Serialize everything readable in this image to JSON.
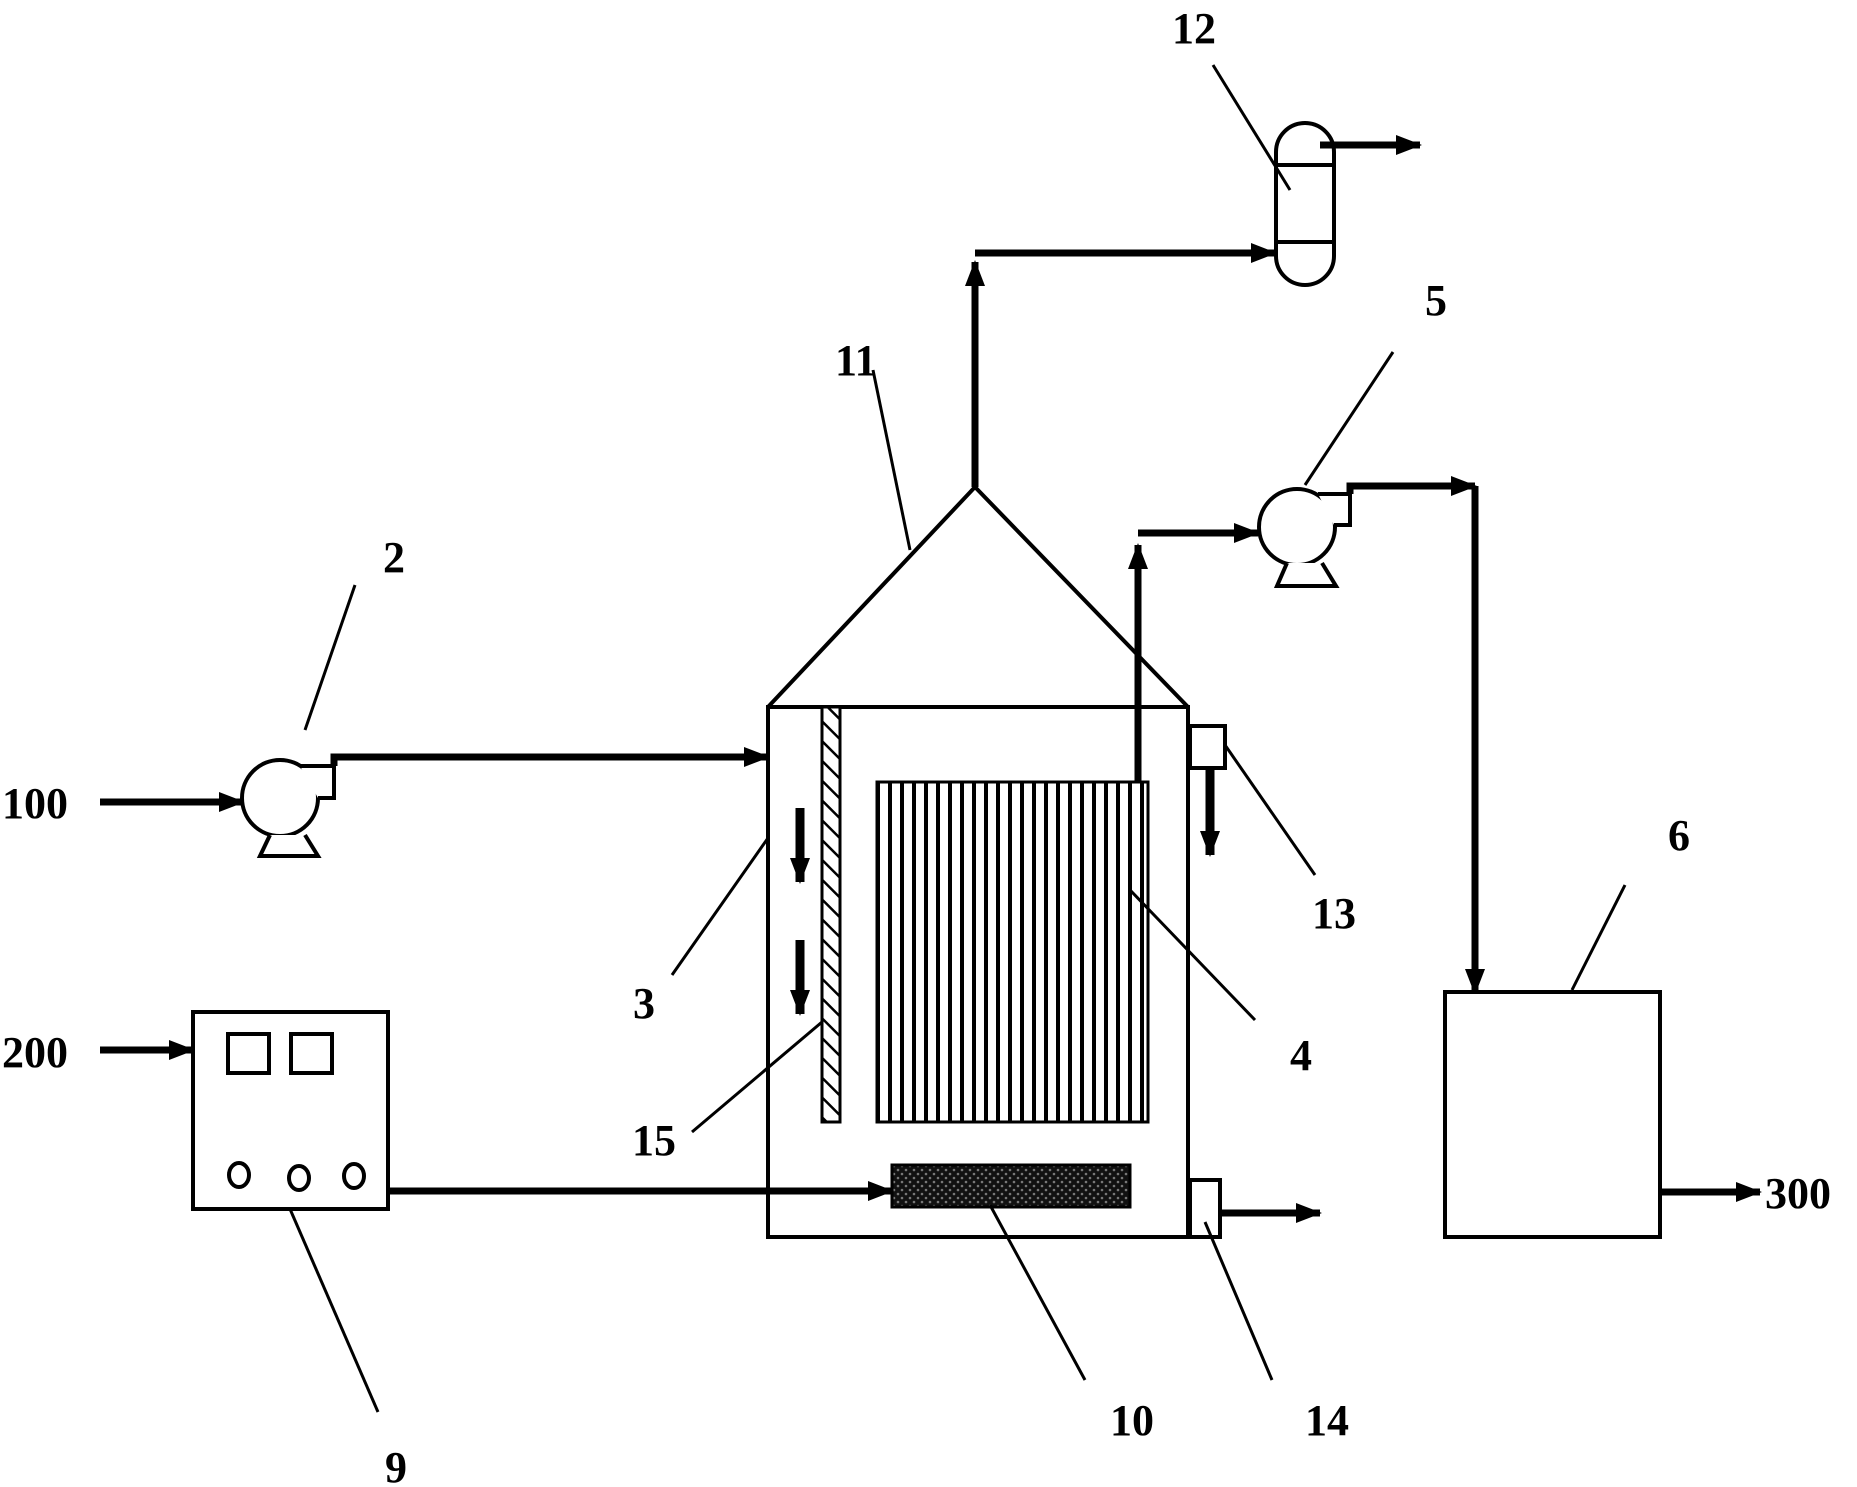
{
  "labels": {
    "feed_water": "100",
    "power_in": "200",
    "product_out": "300",
    "inlet_pump": "2",
    "reactor_tank": "3",
    "membrane_module": "4",
    "suction_pump": "5",
    "product_tank": "6",
    "power_supply": "9",
    "electrode": "10",
    "hood": "11",
    "gas_collector": "12",
    "overflow_outlet": "13",
    "drain_outlet": "14",
    "baffle": "15"
  }
}
